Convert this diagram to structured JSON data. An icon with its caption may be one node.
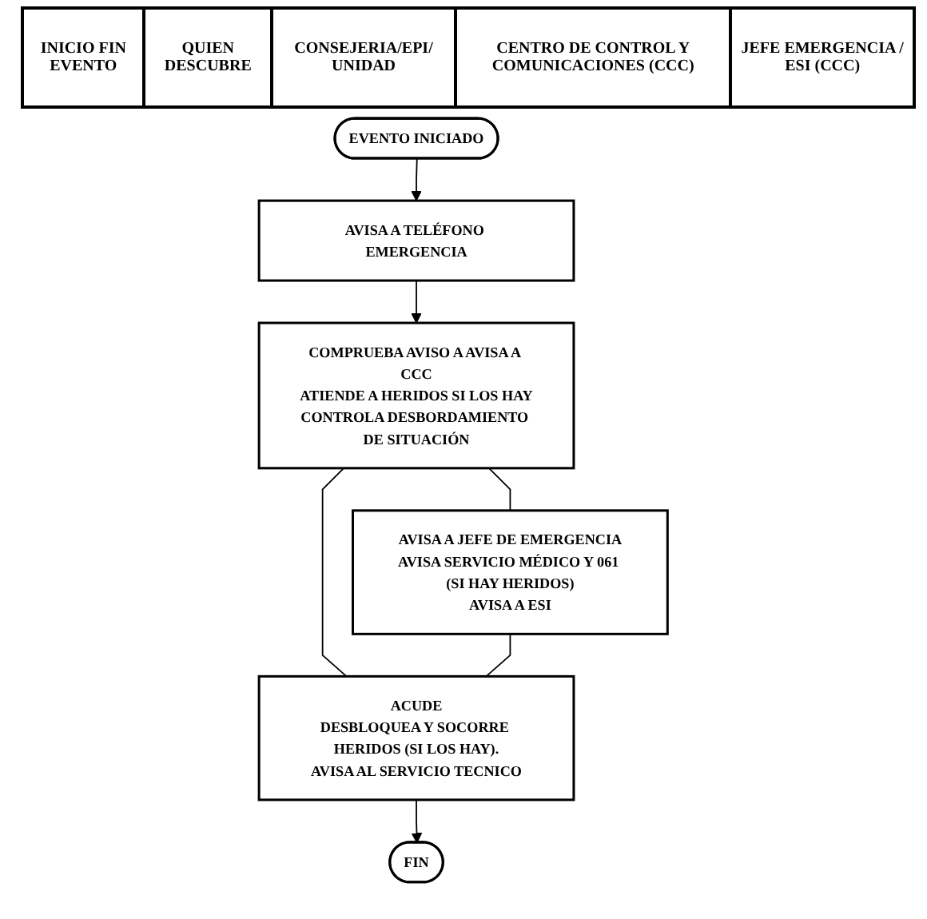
{
  "diagram": {
    "nodes": [
      {
        "text": [
          "EVENTO INICIADO"
        ]
      },
      {
        "text": [
          "AVISA A TELÉFONO EMERGENCIA"
        ]
      },
      {
        "text": [
          "COMPRUEBA AVISO A AVISA A CCC",
          "ATIENDE A HERIDOS SI LOS HAY",
          "CONTROLA DESBORDAMIENTO DE SITUACIÓN"
        ]
      },
      {
        "text": [
          "AVISA A JEFE DE EMERGENCIA",
          "AVISA SERVICIO MÉDICO Y 061 (SI HAY HERIDOS)",
          "AVISA A ESI"
        ]
      },
      {
        "text": [
          "ACUDE",
          "DESBLOQUEA Y SOCORRE HERIDOS (SI LOS HAY).",
          "AVISA AL SERVICIO TECNICO"
        ]
      },
      {
        "text": [
          "FIN"
        ]
      }
    ],
    "edges": [
      {
        "from": 0,
        "to": 1,
        "arrow": "to"
      },
      {
        "from": 1,
        "to": 2,
        "arrow": "to"
      },
      {
        "from": 2,
        "to": 3,
        "arrow": "none"
      },
      {
        "from": 2,
        "to": 4,
        "arrow": "none"
      },
      {
        "from": 3,
        "to": 4,
        "arrow": "none"
      },
      {
        "from": 4,
        "to": 5,
        "arrow": "to"
      }
    ],
    "labels": [
      "INICIO FIN EVENTO",
      "QUIEN DESCUBRE",
      "CONSEJERIA/EPI/ UNIDAD",
      "CENTRO DE CONTROL Y COMUNICACIONES (CCC)",
      "JEFE EMERGENCIA / ESI (CCC)"
    ]
  }
}
